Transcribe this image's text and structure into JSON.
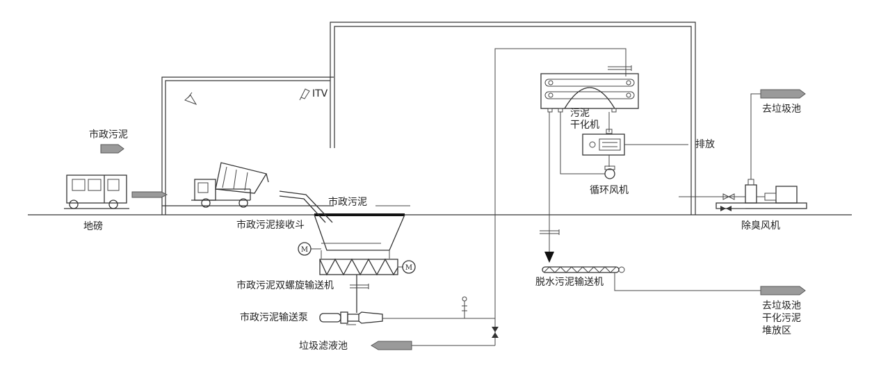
{
  "labels": {
    "municipal_sludge_arrow": "市政污泥",
    "weighbridge": "地磅",
    "itv": "ITV",
    "municipal_sludge_floor": "市政污泥",
    "receiving_hopper": "市政污泥接收斗",
    "twin_screw_conveyor": "市政污泥双螺旋输送机",
    "transfer_pump": "市政污泥输送泵",
    "filtrate_pool": "垃圾滤液池",
    "sludge_dryer": "污泥\n干化机",
    "discharge": "排放",
    "circulation_fan": "循环风机",
    "dewatered_conveyor": "脱水污泥输送机",
    "deodor_fan": "除臭风机",
    "to_garbage_pit_top": "去垃圾池",
    "to_garbage_pit_bottom_1": "去垃圾池",
    "to_garbage_pit_bottom_2": "干化污泥",
    "to_garbage_pit_bottom_3": "堆放区",
    "motor_m": "M"
  },
  "colors": {
    "line": "#333333",
    "arrow_fill": "#9a9a9a",
    "floor_highlight": "#111111"
  }
}
